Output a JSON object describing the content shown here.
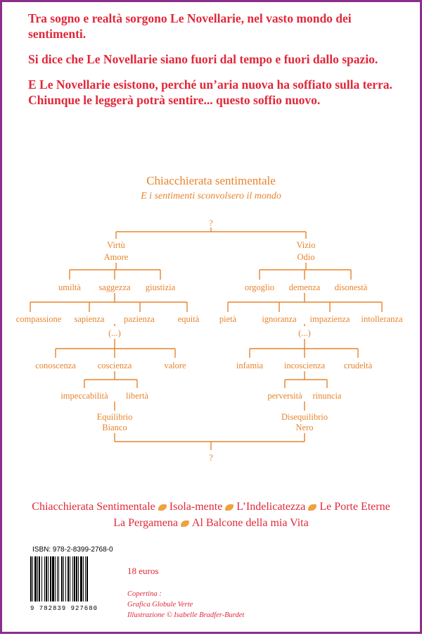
{
  "intro": {
    "p1": "Tra sogno e realtà sorgono Le Novellarie, nel vasto mondo dei sentimenti.",
    "p2": "Si dice che Le Novellarie siano fuori dal tempo e fuori dallo spazio.",
    "p3": "E Le Novellarie esistono, perché un’aria nuova ha soffiato sulla terra.",
    "p4": "Chiunque le leggerà potrà sentire... questo soffio nuovo."
  },
  "tree": {
    "title": "Chiacchierata sentimentale",
    "subtitle": "E i sentimenti sconvolsero il mondo",
    "top": "?",
    "bottom": "?",
    "left": {
      "root1": "Virtù",
      "root2": "Amore",
      "level1": [
        "umiltà",
        "saggezza",
        "giustizia"
      ],
      "level2": [
        "compassione",
        "sapienza",
        "pazienza",
        "equità"
      ],
      "ellipsis": "(...)",
      "level3": [
        "conoscenza",
        "coscienza",
        "valore"
      ],
      "level4": [
        "impeccabilità",
        "libertà"
      ],
      "end1": "Equilibrio",
      "end2": "Bianco"
    },
    "right": {
      "root1": "Vizio",
      "root2": "Odio",
      "level1": [
        "orgoglio",
        "demenza",
        "disonestà"
      ],
      "level2": [
        "pietà",
        "ignoranza",
        "impazienza",
        "intolleranza"
      ],
      "ellipsis": "(...)",
      "level3": [
        "infamia",
        "incoscienza",
        "crudeltà"
      ],
      "level4": [
        "perversità",
        "rinuncia"
      ],
      "end1": "Disequilibrio",
      "end2": "Nero"
    }
  },
  "books": {
    "row1": [
      "Chiacchierata Sentimentale",
      "Isola-mente",
      "L’Indelicatezza",
      "Le Porte Eterne"
    ],
    "row2": [
      "La Pergamena",
      "Al Balcone della mia Vita"
    ]
  },
  "isbn": "ISBN: 978-2-8399-2768-0",
  "barcode_number": "9 782839 927680",
  "price": "18 euros",
  "credits": {
    "cover_label": "Copertina :",
    "cover": "Grafica Globule Verte",
    "illustration": "Illustrazione © Isabelle Bradfer-Burdet"
  },
  "colors": {
    "frame": "#8a2f8a",
    "red": "#e0283a",
    "orange": "#e8832a"
  }
}
